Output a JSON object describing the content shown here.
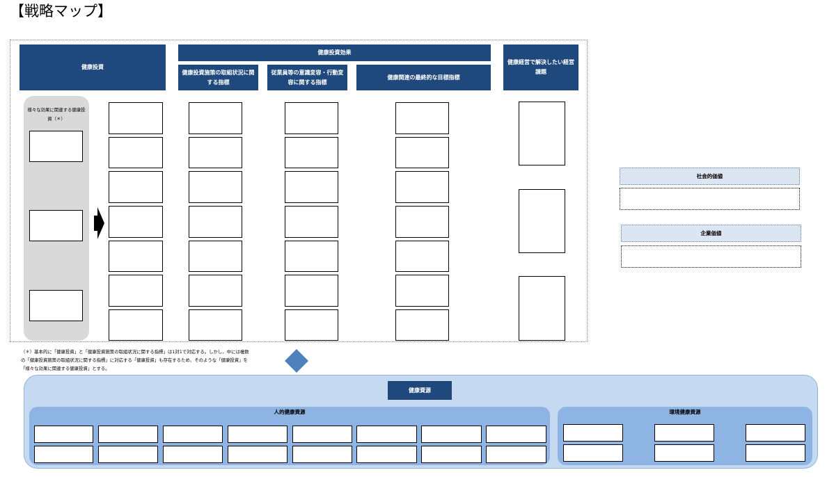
{
  "title": "【戦略マップ】",
  "headers": {
    "investment": "健康投資",
    "effect": "健康投資効果",
    "effect_sub1": "健康投資施策の取組状況に関する指標",
    "effect_sub2": "従業員等の意識変容・行動変容に関する指標",
    "effect_sub3": "健康関連の最終的な目標指標",
    "management": "健康経営で解決したい経営課題"
  },
  "multi_effect_label": "様々な効果に関連する健康投資（＊）",
  "footnote": [
    "（＊）基本的に「健康投資」と「健康投資施策の取組状況に関する指標」は1対1で対応する。しかし、中には複数",
    "の「健康投資施策の取組状況に関する指標」に対応する「健康投資」も存在するため、そのような「健康投資」を",
    "「様々な効果に関連する健康投資」とする。"
  ],
  "resources": {
    "title": "健康資源",
    "human": "人的健康資源",
    "environment": "環境健康資源"
  },
  "values": {
    "social": "社会的価値",
    "corporate": "企業価値"
  },
  "colors": {
    "header_navy": "#1f497d",
    "resource_bg": "#c5d9f1",
    "resource_panel": "#8db4e2",
    "diamond": "#4f81bd",
    "gray_panel": "#d9d9d9"
  }
}
